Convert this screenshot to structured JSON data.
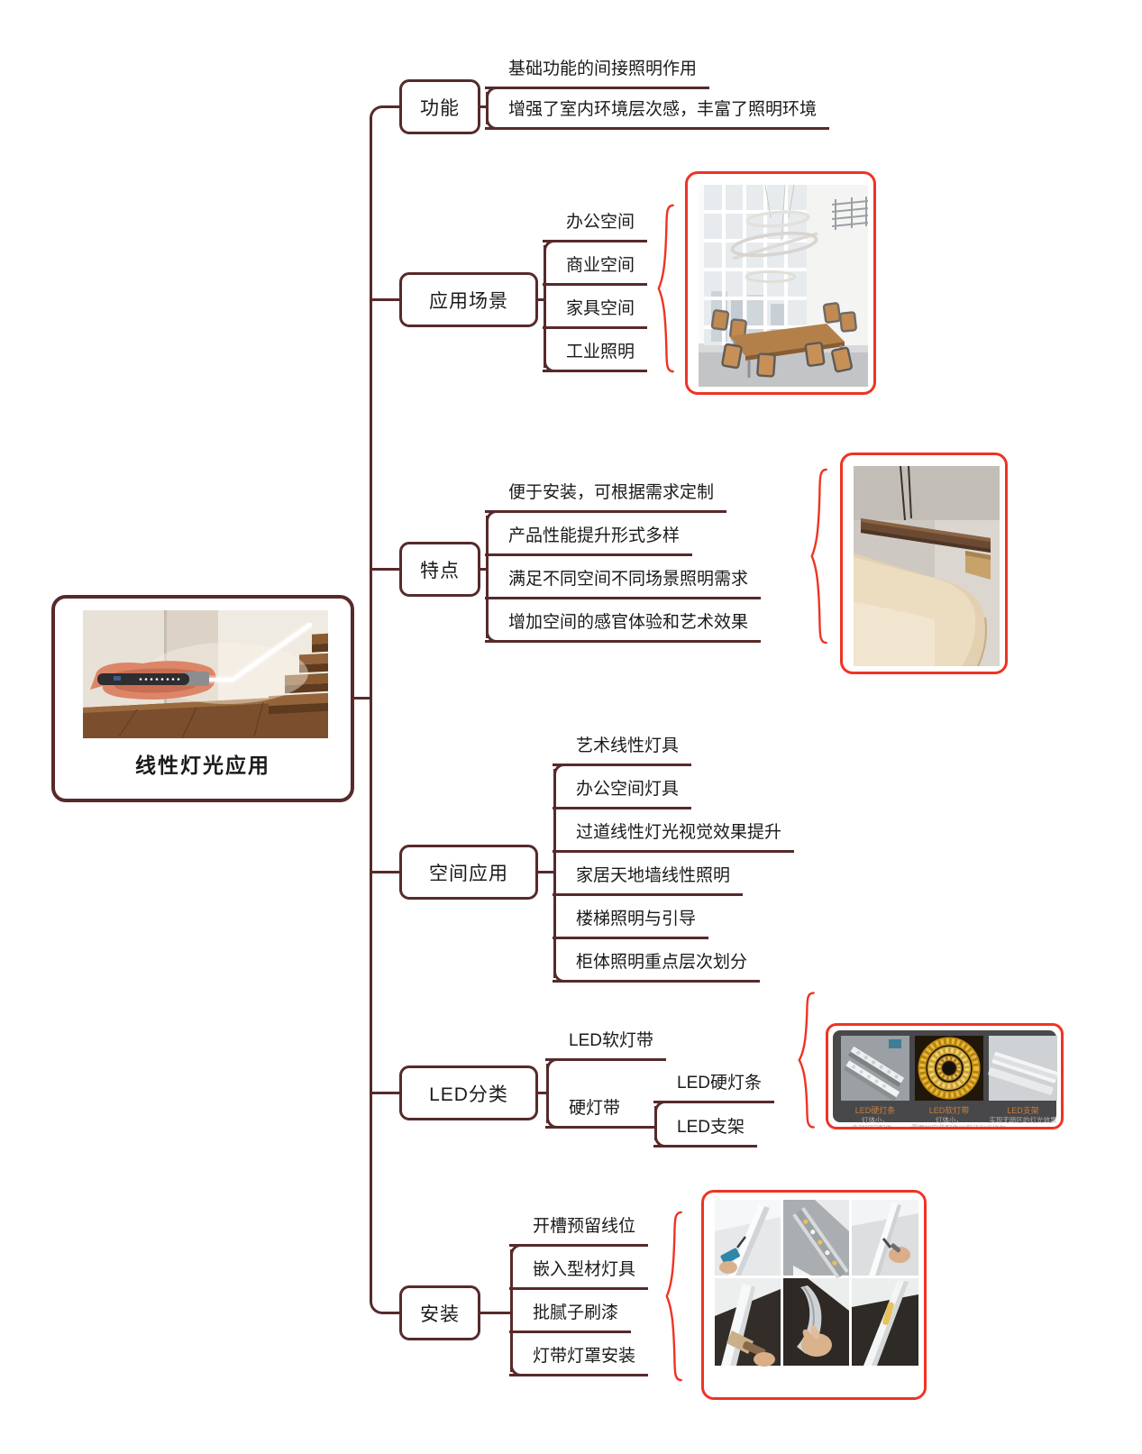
{
  "root": {
    "title": "线性灯光应用",
    "image": "recessed-linear-light-on-staircase-wall"
  },
  "branches": [
    {
      "id": "function",
      "label": "功能",
      "children": [
        {
          "label": "基础功能的间接照明作用"
        },
        {
          "label": "增强了室内环境层次感，丰富了照明环境"
        }
      ]
    },
    {
      "id": "scenes",
      "label": "应用场景",
      "children": [
        {
          "label": "办公空间"
        },
        {
          "label": "商业空间"
        },
        {
          "label": "家具空间"
        },
        {
          "label": "工业照明"
        }
      ],
      "figure": "office-space-with-ring-pendant-lights"
    },
    {
      "id": "features",
      "label": "特点",
      "children": [
        {
          "label": "便于安装，可根据需求定制"
        },
        {
          "label": "产品性能提升形式多样"
        },
        {
          "label": "满足不同空间不同场景照明需求"
        },
        {
          "label": "增加空间的感官体验和艺术效果"
        }
      ],
      "figure": "wood-linear-pendant-lamp-closeup"
    },
    {
      "id": "space",
      "label": "空间应用",
      "children": [
        {
          "label": "艺术线性灯具"
        },
        {
          "label": "办公空间灯具"
        },
        {
          "label": "过道线性灯光视觉效果提升"
        },
        {
          "label": "家居天地墙线性照明"
        },
        {
          "label": "楼梯照明与引导"
        },
        {
          "label": "柜体照明重点层次划分"
        }
      ]
    },
    {
      "id": "led",
      "label": "LED分类",
      "children": [
        {
          "label": "LED软灯带"
        },
        {
          "label": "硬灯带",
          "children": [
            {
              "label": "LED硬灯条"
            },
            {
              "label": "LED支架"
            }
          ]
        }
      ]
    },
    {
      "id": "install",
      "label": "安装",
      "children": [
        {
          "label": "开槽预留线位"
        },
        {
          "label": "嵌入型材灯具"
        },
        {
          "label": "批腻子刷漆"
        },
        {
          "label": "灯带灯罩安装"
        }
      ],
      "figure": "installation-steps-grid"
    }
  ],
  "led_figure": {
    "panels": [
      {
        "title": "LED硬灯条",
        "caption": [
          "灯体小，",
          "多种固定配件，",
          "适合不同出光角度"
        ]
      },
      {
        "title": "LED软灯带",
        "caption": [
          "灯体小，",
          "需要加安装配件以保证出光均匀"
        ]
      },
      {
        "title": "LED支架",
        "caption": [
          "实现无暗区的灯光效果"
        ]
      }
    ]
  },
  "colors": {
    "branch_line": "#572a2b",
    "accent_red": "#ee3424",
    "text": "#1a1a1a"
  }
}
